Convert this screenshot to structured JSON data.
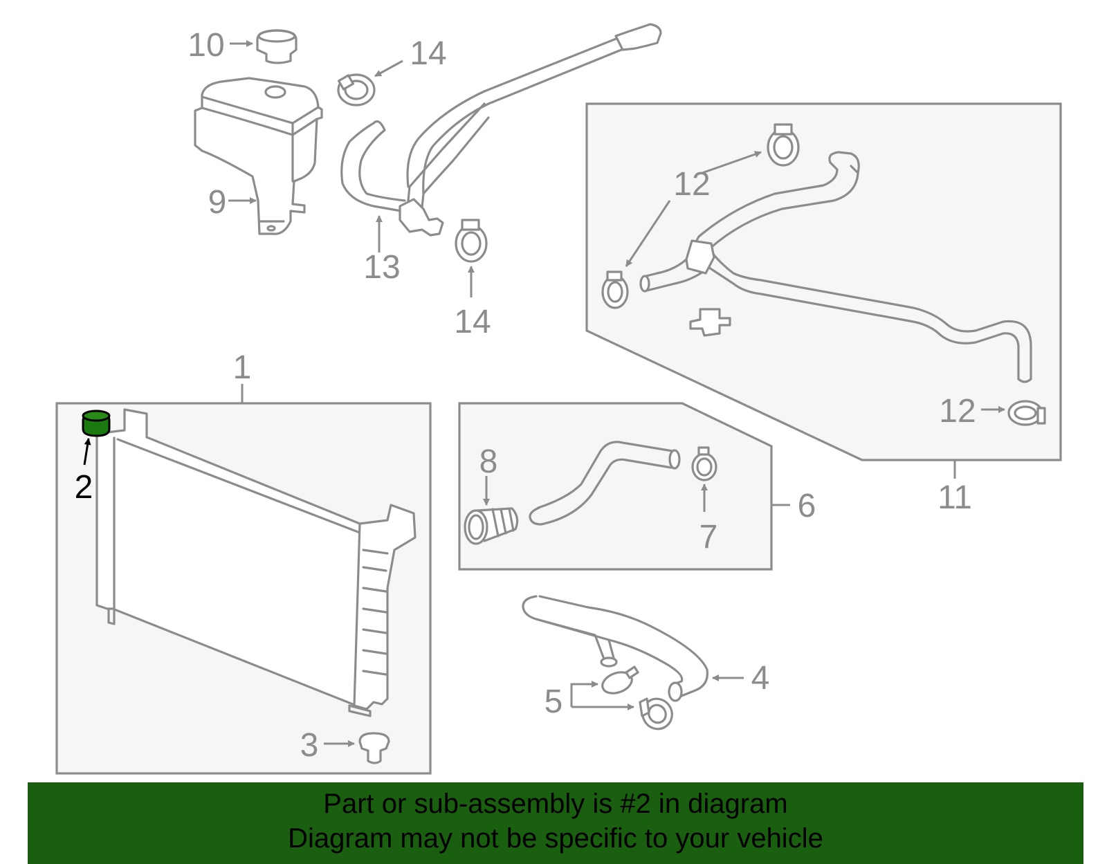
{
  "callouts": {
    "c1": "1",
    "c2": "2",
    "c3": "3",
    "c4": "4",
    "c5": "5",
    "c6": "6",
    "c7": "7",
    "c8": "8",
    "c9": "9",
    "c10": "10",
    "c11": "11",
    "c12a": "12",
    "c12b": "12",
    "c13": "13",
    "c14a": "14",
    "c14b": "14"
  },
  "highlight": {
    "part_number": "2",
    "color": "#1a7a10"
  },
  "colors": {
    "line": "#8c8c8c",
    "box_fill": "#f6f6f6",
    "banner_bg": "#1a5e10"
  },
  "banner": {
    "line1": "Part or sub-assembly is #2 in diagram",
    "line2": "Diagram may not be specific to your vehicle"
  }
}
